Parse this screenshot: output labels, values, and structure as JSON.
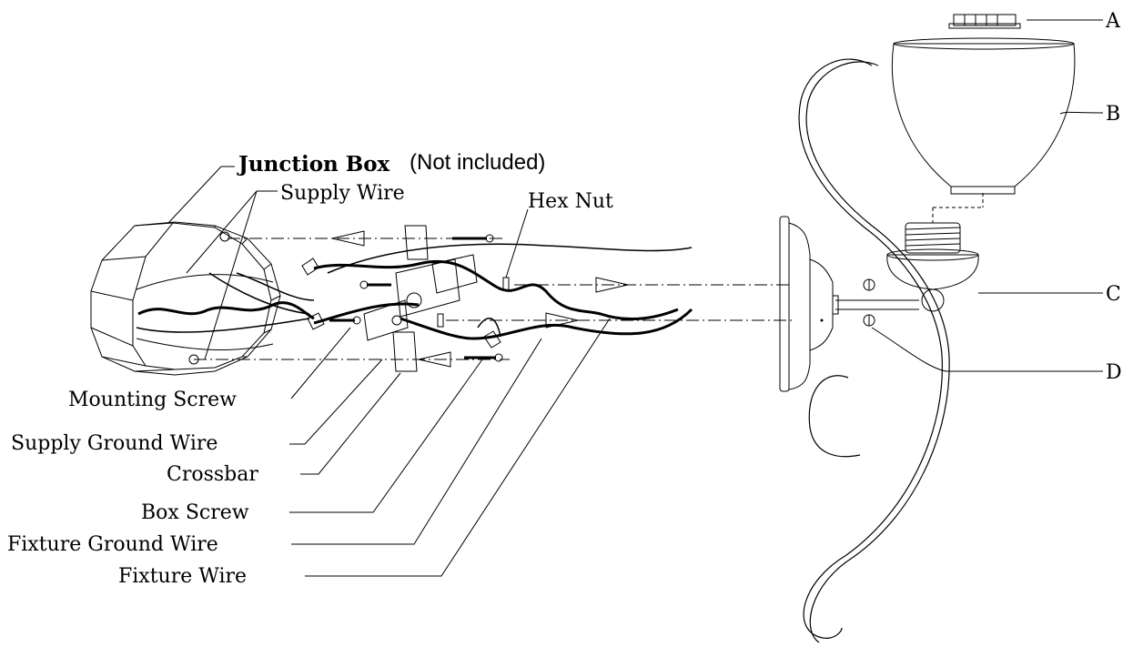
{
  "labels": {
    "junction_box": "Junction Box",
    "not_included": "(Not included)",
    "supply_wire": "Supply Wire",
    "hex_nut": "Hex Nut",
    "mounting_screw": "Mounting Screw",
    "supply_ground_wire": "Supply Ground Wire",
    "crossbar": "Crossbar",
    "box_screw": "Box Screw",
    "fixture_ground_wire": "Fixture Ground Wire",
    "fixture_wire": "Fixture Wire"
  },
  "callouts": {
    "a": "A",
    "b": "B",
    "c": "C",
    "d": "D"
  }
}
